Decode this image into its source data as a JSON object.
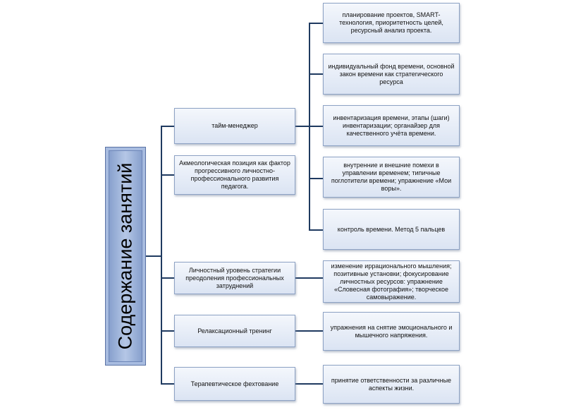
{
  "root": {
    "title": "Содержание занятий"
  },
  "level1": [
    {
      "label": "тайм-менеджер"
    },
    {
      "label": "Акмеологическая позиция как фактор прогрессивного личностно-профессионального развития педагога."
    },
    {
      "label": "Личностный уровень стратегии преодоления профессиональных затруднений"
    },
    {
      "label": "Релаксационный тренинг"
    },
    {
      "label": "Терапевтическое фехтование"
    }
  ],
  "level2_time": [
    {
      "label": "планирование проектов, SMART-технология, приоритетность целей, ресурсный анализ проекта."
    },
    {
      "label": "индивидуальный фонд времени, основной закон времени как стратегического ресурса"
    },
    {
      "label": "инвентаризация времени, этапы (шаги) инвентаризации; органайзер для качественного учёта времени."
    },
    {
      "label": "внутренние и внешние помехи в управлении временем; типичные поглотители времени; упражнение «Мои воры»."
    },
    {
      "label": "контроль времени. Метод 5 пальцев"
    }
  ],
  "level2_other": [
    {
      "label": "изменение иррационального мышления; позитивные установки; фокусирование личностных ресурсов: упражнение «Словесная фотография»; творческое самовыражение."
    },
    {
      "label": "упражнения на снятие эмоционального и мышечного напряжения."
    },
    {
      "label": "принятие ответственности за различные аспекты жизни."
    }
  ]
}
